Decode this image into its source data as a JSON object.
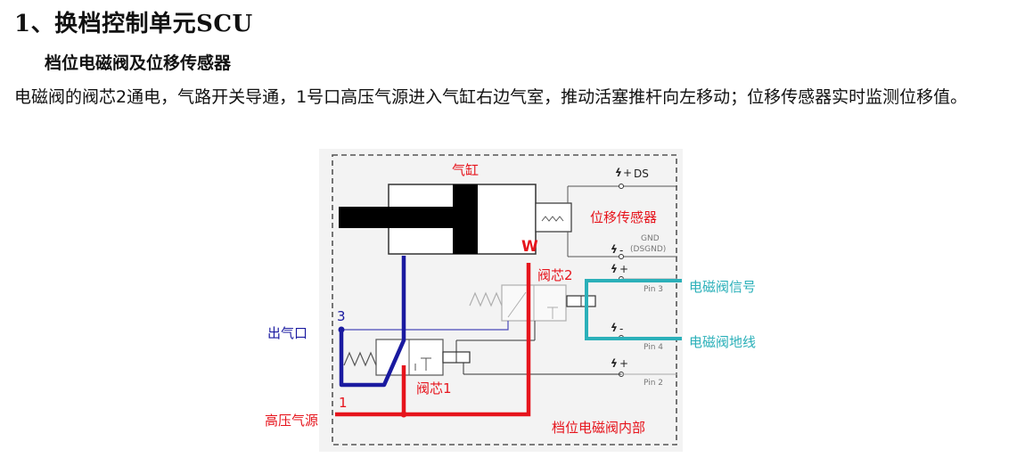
{
  "heading": {
    "title": "1、换档控制单元SCU",
    "subtitle": "档位电磁阀及位移传感器",
    "description": "电磁阀的阀芯2通电，气路开关导通，1号口高压气源进入气缸右边气室，推动活塞推杆向左移动；位移传感器实时监测位移值。"
  },
  "diagram": {
    "labels": {
      "cylinder": "气缸",
      "displacement_sensor": "位移传感器",
      "valve_core_2": "阀芯2",
      "valve_core_1": "阀芯1",
      "air_outlet": "出气口",
      "high_pressure_source": "高压气源",
      "solenoid_signal": "电磁阀信号",
      "solenoid_ground": "电磁阀地线",
      "valve_internal": "档位电磁阀内部"
    },
    "terminals": {
      "ds": "DS",
      "gnd": "GND",
      "dsgnd": "(DSGND)",
      "pin3": "Pin 3",
      "pin4": "Pin 4",
      "pin2": "Pin 2",
      "plus": "+",
      "minus": "-",
      "port3": "3",
      "port1": "1",
      "t": "T"
    },
    "colors": {
      "pressure_line": "#e6141c",
      "exhaust_line": "#1a1aa0",
      "signal_line": "#2bb0b9",
      "rod": "#000000"
    }
  }
}
